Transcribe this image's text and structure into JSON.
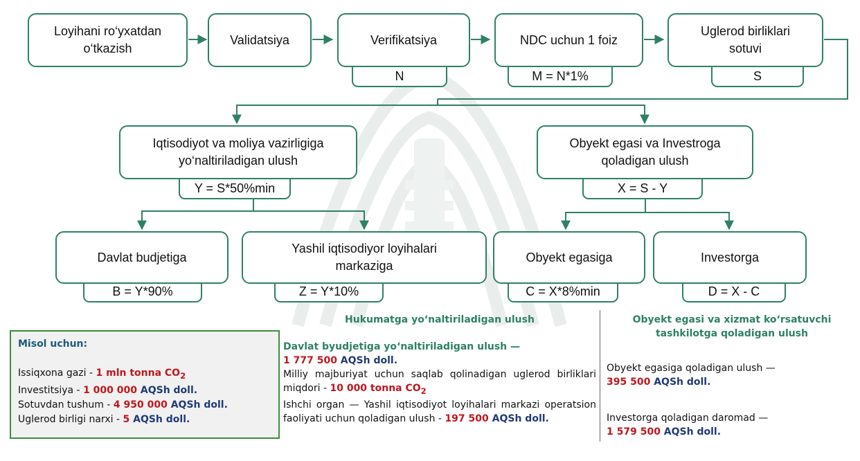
{
  "flow": {
    "row1": [
      {
        "lines": [
          "Loyihani ro‘yxatdan",
          "o‘tkazish"
        ]
      },
      {
        "lines": [
          "Validatsiya"
        ]
      },
      {
        "lines": [
          "Verifikatsiya"
        ],
        "tab": "N"
      },
      {
        "lines": [
          "NDC uchun 1 foiz"
        ],
        "tab": "M = N*1%"
      },
      {
        "lines": [
          "Uglerod birliklari",
          "sotuvi"
        ],
        "tab": "S"
      }
    ],
    "row2": [
      {
        "lines": [
          "Iqtisodiyot va moliya vazirligiga",
          "yo‘naltiriladigan ulush"
        ],
        "tab": "Y = S*50%min"
      },
      {
        "lines": [
          "Obyekt egasi va Investroga",
          "qoladigan ulush"
        ],
        "tab": "X = S - Y"
      }
    ],
    "row3": [
      {
        "lines": [
          "Davlat budjetiga"
        ],
        "tab": "B = Y*90%"
      },
      {
        "lines": [
          "Yashil iqtisodiyor loyihalari",
          "markaziga"
        ],
        "tab": "Z = Y*10%"
      },
      {
        "lines": [
          "Obyekt egasiga"
        ],
        "tab": "C = X*8%min"
      },
      {
        "lines": [
          "Investorga"
        ],
        "tab": "D = X - C"
      }
    ]
  },
  "example": {
    "heading": "Misol uchun:",
    "lines": [
      {
        "label": "Issiqxona gazi - ",
        "value": "1 mln tonna CO",
        "sub": "2",
        "unit": ""
      },
      {
        "label": "Investitsiya - ",
        "value": "1 000 000",
        "sub": "",
        "unit": " AQSh doll."
      },
      {
        "label": "Sotuvdan tushum - ",
        "value": "4 950 000",
        "sub": "",
        "unit": " AQSh doll."
      },
      {
        "label": "Uglerod birligi narxi - ",
        "value": "5",
        "sub": "",
        "unit": " AQSh doll."
      }
    ]
  },
  "government": {
    "title": "Hukumatga yo‘naltiriladigan ulush",
    "p1_label": "Davlat byudjetiga yo‘naltiriladigan ulush —",
    "p1_value": "1 777 500",
    "p1_unit": " AQSh doll.",
    "p2_text": "Milliy majburiyat uchun saqlab qolinadigan uglerod birliklari miqdori - ",
    "p2_value": "10 000 tonna CO",
    "p2_sub": "2",
    "p3_text": "Ishchi organ — Yashil iqtisodiyot loyihalari markazi operatsion faoliyati uchun qoladigan ulush - ",
    "p3_value": "197 500",
    "p3_unit": " AQSh doll."
  },
  "owner": {
    "title_lines": [
      "Obyekt egasi va xizmat ko‘rsatuvchi",
      "tashkilotga qoladigan ulush"
    ],
    "p1_text": "Obyekt egasiga qoladigan ulush —",
    "p1_value": "395 500",
    "p1_unit": " AQSh doll.",
    "p2_text": "Investorga qoladigan daromad —",
    "p2_value": "1 579 500",
    "p2_unit": " AQSh doll."
  },
  "colors": {
    "accent": "#2e8163",
    "highlight": "#c0171e",
    "navy": "#223a78",
    "example_bg": "#f0f1f0"
  }
}
